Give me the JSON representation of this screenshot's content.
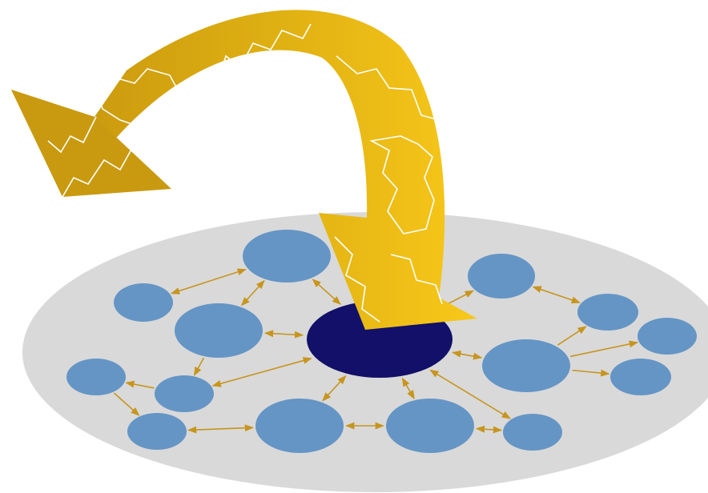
{
  "colors": {
    "background": "#ffffff",
    "platform": "#d9d9d9",
    "node": "#6495c5",
    "hub": "#121068",
    "link": "#c7951f",
    "arrow_band_dark": "#c3920e",
    "arrow_band_light": "#f8c81a",
    "map_outline": "#ffffff"
  },
  "nodes": [
    {
      "id": "n-top"
    },
    {
      "id": "n-left-small"
    },
    {
      "id": "n-left-mid"
    },
    {
      "id": "n-far-left"
    },
    {
      "id": "n-left-low"
    },
    {
      "id": "n-bottom-left"
    },
    {
      "id": "n-bottom-center"
    },
    {
      "id": "n-bottom-mid"
    },
    {
      "id": "n-bottom-right"
    },
    {
      "id": "n-top-right"
    },
    {
      "id": "n-right-mid"
    },
    {
      "id": "n-right-small"
    },
    {
      "id": "n-right-edge"
    },
    {
      "id": "n-right-low"
    }
  ],
  "hub": {
    "id": "hub"
  },
  "links": [
    {
      "from": "n-top",
      "to": "n-left-small",
      "dir": "both"
    },
    {
      "from": "n-top",
      "to": "n-left-mid",
      "dir": "both"
    },
    {
      "from": "n-top",
      "to": "hub",
      "dir": "both"
    },
    {
      "from": "n-left-mid",
      "to": "hub",
      "dir": "both"
    },
    {
      "from": "n-left-mid",
      "to": "n-left-low",
      "dir": "forward"
    },
    {
      "from": "n-left-low",
      "to": "n-far-left",
      "dir": "forward"
    },
    {
      "from": "n-far-left",
      "to": "n-bottom-left",
      "dir": "forward"
    },
    {
      "from": "n-left-low",
      "to": "hub",
      "dir": "both"
    },
    {
      "from": "n-bottom-left",
      "to": "n-bottom-center",
      "dir": "both"
    },
    {
      "from": "n-bottom-center",
      "to": "n-bottom-mid",
      "dir": "both"
    },
    {
      "from": "n-bottom-mid",
      "to": "n-bottom-right",
      "dir": "both"
    },
    {
      "from": "hub",
      "to": "n-bottom-center",
      "dir": "both"
    },
    {
      "from": "hub",
      "to": "n-bottom-mid",
      "dir": "both"
    },
    {
      "from": "hub",
      "to": "n-bottom-right",
      "dir": "both"
    },
    {
      "from": "hub",
      "to": "n-right-mid",
      "dir": "both"
    },
    {
      "from": "hub",
      "to": "n-top-right",
      "dir": "both"
    },
    {
      "from": "n-top-right",
      "to": "n-right-small",
      "dir": "both"
    },
    {
      "from": "n-right-mid",
      "to": "n-right-small",
      "dir": "forward"
    },
    {
      "from": "n-right-mid",
      "to": "n-right-edge",
      "dir": "forward"
    },
    {
      "from": "n-right-mid",
      "to": "n-right-low",
      "dir": "forward"
    }
  ]
}
